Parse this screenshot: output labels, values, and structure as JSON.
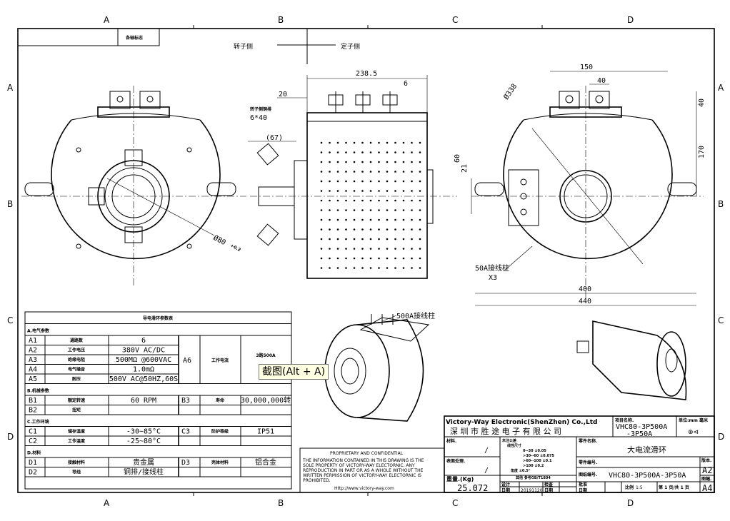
{
  "grid": {
    "cols": [
      "A",
      "B",
      "C",
      "D"
    ],
    "rows": [
      "A",
      "B",
      "C",
      "D"
    ]
  },
  "corner_label": "各轴标志",
  "side_labels": {
    "rotor": "转子侧",
    "stator": "定子侧"
  },
  "dimensions": {
    "width_top": "238.5",
    "d20": "20",
    "d6": "6",
    "rotor_copper": "转子侧铜排",
    "rotor_copper_size": "6*40",
    "d67": "(67)",
    "d60": "60",
    "d21": "21",
    "d150": "150",
    "d40": "40",
    "d338": "Ø338",
    "d40v": "40",
    "d170": "170",
    "d400": "400",
    "d440": "440",
    "bore": "Ø80",
    "bore_tol": "+0.2",
    "terminal": "50A接线柱",
    "terminal_qty": "X3",
    "iso_terminal": "500A接线柱"
  },
  "params_table": {
    "title": "导电滑环参数表",
    "sections": [
      {
        "heading": "A.电气参数",
        "rows": [
          {
            "id": "A1",
            "name": "通路数",
            "value": "6"
          },
          {
            "id": "A2",
            "name": "工作电压",
            "value": "380V AC/DC"
          },
          {
            "id": "A3",
            "name": "绝缘电阻",
            "value": "500MΩ @600VAC"
          },
          {
            "id": "A4",
            "name": "电气噪音",
            "value": "1.0mΩ"
          },
          {
            "id": "A5",
            "name": "耐压",
            "value": "500V AC@50HZ,60S"
          }
        ],
        "side": {
          "id": "A6",
          "name": "工作电流",
          "value": "3路500A"
        }
      },
      {
        "heading": "B.机械参数",
        "rows": [
          {
            "id": "B1",
            "name": "额定转速",
            "value": "60 RPM",
            "id2": "B3",
            "name2": "寿命",
            "value2": "30,000,000转"
          },
          {
            "id": "B2",
            "name": "扭矩",
            "value": "",
            "id2": "",
            "name2": "",
            "value2": ""
          }
        ]
      },
      {
        "heading": "C.工作环境",
        "rows": [
          {
            "id": "C1",
            "name": "储存温度",
            "value": "-30~85°C",
            "id2": "C3",
            "name2": "防护等级",
            "value2": "IP51"
          },
          {
            "id": "C2",
            "name": "工作温度",
            "value": "-25~80°C",
            "id2": "",
            "name2": "",
            "value2": ""
          }
        ]
      },
      {
        "heading": "D.材料",
        "rows": [
          {
            "id": "D1",
            "name": "接触材料",
            "value": "贵金属",
            "id2": "D3",
            "name2": "壳体材料",
            "value2": "铝合金"
          },
          {
            "id": "D2",
            "name": "导线",
            "value": "铜排/接线柱",
            "id2": "",
            "name2": "",
            "value2": ""
          }
        ]
      }
    ]
  },
  "proprietary": {
    "title": "PROPRIETARY AND CONFIDENTIAL",
    "lines": [
      "THE INFORMATION CONTAINED IN THIS DRAWING IS THE",
      "SOLE PROPERTY OF VICTORY-WAY ELECTORNIC.  ANY",
      "REPRODUCTION IN PART OR AS A WHOLE WITHOUT THE",
      "WRITTEN PERMISSION OF VICTORY-WAY ELECTORNIC IS",
      "PROHIBITED."
    ],
    "url": "Http://www.victory-way.com"
  },
  "title_block": {
    "company_en": "Victory-Way Electronic(ShenZhen) Co.,Ltd",
    "company_cn": "深 圳 市 胜 途 电 子 有 限 公 司",
    "project_label": "项目名称.",
    "project": "VHC80-3P500A",
    "project2": "-3P50A",
    "unit_label": "单位:mm 毫米",
    "material_label": "材料.",
    "material": "/",
    "surface_label": "表面处理.",
    "surface": "/",
    "weight_label": "重量.(Kg)",
    "weight": "25.072",
    "tolerance": [
      "未注公差",
      "线性尺寸",
      "0--30     ±0.05",
      ">30--60   ±0.075",
      ">60--100  ±0.1",
      ">100      ±0.2",
      "角度   ±0.5°",
      "其他 参考GB/T1804"
    ],
    "designer_label": "设计",
    "check_label": "检查",
    "approve_label": "批准",
    "date_label": "日期",
    "date": "20191120",
    "part_name_label": "零件名称.",
    "part_name": "大电流滑环",
    "part_no_label": "零件编号.",
    "drawing_no_label": "图纸编号.",
    "drawing_no": "VHC80-3P500A-3P50A",
    "version_label": "版本.",
    "version": "A2",
    "size_label": "图幅.",
    "size": "A4",
    "scale_label": "比例",
    "scale": "1:5",
    "sheet": "第 1 页/共 1 页"
  },
  "tooltip": "截图(Alt + A)"
}
